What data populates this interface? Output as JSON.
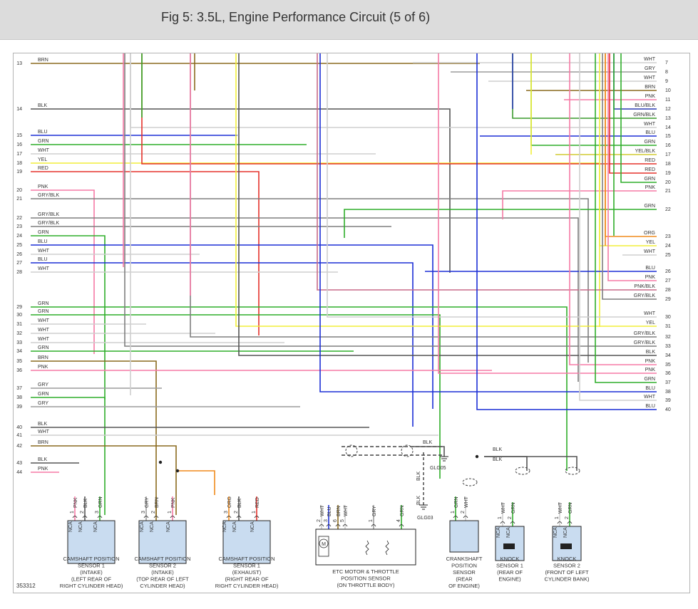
{
  "title": "Fig 5: 3.5L, Engine Performance Circuit (5 of 6)",
  "figure_id": "353312",
  "colors": {
    "BRN": "#8a6a1e",
    "BLK": "#555555",
    "BLU": "#1c2fd6",
    "GRN": "#2fae2a",
    "WHT": "#cfcfcf",
    "YEL": "#f2ee3a",
    "RED": "#e5322b",
    "PNK": "#f57aa5",
    "GRY": "#9c9c9c",
    "ORG": "#f08a1c",
    "GRY/BLK": "#7e7e7e",
    "BLU/BLK": "#2838b4",
    "GRN/BLK": "#3a9a2c",
    "PNK/BLK": "#c86a88",
    "YEL/BLK": "#d2cc34"
  },
  "left_wires": [
    {
      "n": "13",
      "c": "BRN"
    },
    {
      "n": "14",
      "c": "BLK"
    },
    {
      "n": "15",
      "c": "BLU"
    },
    {
      "n": "16",
      "c": "GRN"
    },
    {
      "n": "17",
      "c": "WHT"
    },
    {
      "n": "18",
      "c": "YEL"
    },
    {
      "n": "19",
      "c": "RED"
    },
    {
      "n": "20",
      "c": "PNK"
    },
    {
      "n": "21",
      "c": "GRY/BLK"
    },
    {
      "n": "22",
      "c": "GRY/BLK"
    },
    {
      "n": "23",
      "c": "GRY/BLK"
    },
    {
      "n": "24",
      "c": "GRN"
    },
    {
      "n": "25",
      "c": "BLU"
    },
    {
      "n": "26",
      "c": "WHT"
    },
    {
      "n": "27",
      "c": "BLU"
    },
    {
      "n": "28",
      "c": "WHT"
    },
    {
      "n": "29",
      "c": "GRN"
    },
    {
      "n": "30",
      "c": "GRN"
    },
    {
      "n": "31",
      "c": "WHT"
    },
    {
      "n": "32",
      "c": "WHT"
    },
    {
      "n": "33",
      "c": "WHT"
    },
    {
      "n": "34",
      "c": "GRN"
    },
    {
      "n": "35",
      "c": "BRN"
    },
    {
      "n": "36",
      "c": "PNK"
    },
    {
      "n": "37",
      "c": "GRY"
    },
    {
      "n": "38",
      "c": "GRN"
    },
    {
      "n": "39",
      "c": "GRY"
    },
    {
      "n": "40",
      "c": "BLK"
    },
    {
      "n": "41",
      "c": "WHT"
    },
    {
      "n": "42",
      "c": "BRN"
    },
    {
      "n": "43",
      "c": "BLK"
    },
    {
      "n": "44",
      "c": "PNK"
    }
  ],
  "right_wires": [
    {
      "n": "7",
      "c": "WHT"
    },
    {
      "n": "8",
      "c": "GRY"
    },
    {
      "n": "9",
      "c": "WHT"
    },
    {
      "n": "10",
      "c": "BRN"
    },
    {
      "n": "11",
      "c": "PNK"
    },
    {
      "n": "12",
      "c": "BLU/BLK"
    },
    {
      "n": "13",
      "c": "GRN/BLK"
    },
    {
      "n": "14",
      "c": "WHT"
    },
    {
      "n": "15",
      "c": "BLU"
    },
    {
      "n": "16",
      "c": "GRN"
    },
    {
      "n": "17",
      "c": "YEL/BLK"
    },
    {
      "n": "18",
      "c": "RED"
    },
    {
      "n": "19",
      "c": "RED"
    },
    {
      "n": "20",
      "c": "GRN"
    },
    {
      "n": "21",
      "c": "PNK"
    },
    {
      "n": "22",
      "c": "GRN"
    },
    {
      "n": "23",
      "c": "ORG"
    },
    {
      "n": "24",
      "c": "YEL"
    },
    {
      "n": "25",
      "c": "WHT"
    },
    {
      "n": "26",
      "c": "BLU"
    },
    {
      "n": "27",
      "c": "PNK"
    },
    {
      "n": "28",
      "c": "PNK/BLK"
    },
    {
      "n": "29",
      "c": "GRY/BLK"
    },
    {
      "n": "30",
      "c": "WHT"
    },
    {
      "n": "31",
      "c": "YEL"
    },
    {
      "n": "32",
      "c": "GRY/BLK"
    },
    {
      "n": "33",
      "c": "GRY/BLK"
    },
    {
      "n": "34",
      "c": "BLK"
    },
    {
      "n": "35",
      "c": "PNK"
    },
    {
      "n": "36",
      "c": "PNK"
    },
    {
      "n": "37",
      "c": "GRN"
    },
    {
      "n": "38",
      "c": "BLU"
    },
    {
      "n": "39",
      "c": "WHT"
    },
    {
      "n": "40",
      "c": "BLU"
    }
  ],
  "grounds": [
    "GLG05",
    "GLG03"
  ],
  "splice_labels": [
    "BLK",
    "BLK",
    "BLK",
    "BLK",
    "BLK"
  ],
  "components": [
    {
      "id": "cmp-cam1",
      "pins": [
        {
          "num": "1",
          "nca": "NCA",
          "wire": "PNK"
        },
        {
          "num": "2",
          "nca": "NCA",
          "wire": "BLK"
        },
        {
          "num": "3",
          "nca": "NCA",
          "wire": "GRN"
        }
      ],
      "caption": [
        "CAMSHAFT POSITION",
        "SENSOR 1",
        "(INTAKE)",
        "(LEFT REAR OF",
        "RIGHT CYLINDER HEAD)"
      ]
    },
    {
      "id": "cmp-cam2",
      "pins": [
        {
          "num": "3",
          "nca": "NCA",
          "wire": "GRY"
        },
        {
          "num": "2",
          "nca": "NCA",
          "wire": "BRN"
        },
        {
          "num": "1",
          "nca": "NCA",
          "wire": "PNK"
        }
      ],
      "caption": [
        "CAMSHAFT POSITION",
        "SENSOR 2",
        "(INTAKE)",
        "(TOP REAR OF LEFT",
        "CYLINDER HEAD)"
      ]
    },
    {
      "id": "cmp-cam-exh",
      "pins": [
        {
          "num": "3",
          "nca": "NCA",
          "wire": "ORG"
        },
        {
          "num": "2",
          "nca": "NCA",
          "wire": "BLK"
        },
        {
          "num": "1",
          "nca": "NCA",
          "wire": "RED"
        }
      ],
      "caption": [
        "CAMSHAFT POSITION",
        "SENSOR 1",
        "(EXHAUST)",
        "(RIGHT REAR OF",
        "RIGHT CYLINDER HEAD)"
      ]
    },
    {
      "id": "cmp-etc",
      "pins": [
        {
          "num": "2",
          "wire": "WHT"
        },
        {
          "num": "3",
          "wire": "BLU"
        },
        {
          "num": "6",
          "wire": "BRN"
        },
        {
          "num": "5",
          "wire": "WHT"
        },
        {
          "num": "1",
          "wire": "GRY"
        },
        {
          "num": "4",
          "wire": "GRN"
        }
      ],
      "caption": [
        "ETC MOTOR & THROTTLE",
        "POSITION SENSOR",
        "(ON THROTTLE BODY)"
      ]
    },
    {
      "id": "cmp-ckp",
      "pins": [
        {
          "num": "1",
          "wire": "GRN"
        },
        {
          "num": "2",
          "wire": "WHT"
        }
      ],
      "caption": [
        "CRANKSHAFT",
        "POSITION",
        "SENSOR",
        "(REAR",
        "OF ENGINE)"
      ]
    },
    {
      "id": "cmp-knock1",
      "pins": [
        {
          "num": "1",
          "nca": "NCA",
          "wire": "WHT"
        },
        {
          "num": "2",
          "nca": "NCA",
          "wire": "GRN"
        }
      ],
      "caption": [
        "KNOCK",
        "SENSOR 1",
        "(REAR OF",
        "ENGINE)"
      ]
    },
    {
      "id": "cmp-knock2",
      "pins": [
        {
          "num": "1",
          "nca": "NCA",
          "wire": "WHT"
        },
        {
          "num": "2",
          "nca": "NCA",
          "wire": "GRN"
        }
      ],
      "caption": [
        "KNOCK",
        "SENSOR 2",
        "(FRONT OF LEFT",
        "CYLINDER BANK)"
      ]
    }
  ],
  "motor_symbol": "M"
}
